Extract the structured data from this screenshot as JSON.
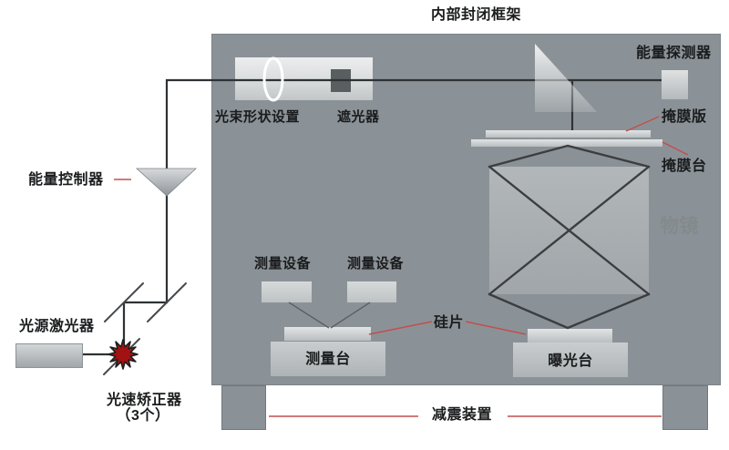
{
  "title": "内部封闭框架",
  "colors": {
    "frame_gray": "#8b9297",
    "beam_line": "#2e3234",
    "annotation_red": "#c0504d",
    "starburst_red": "#a31212",
    "objective_label_gray": "#84898c"
  },
  "labels": {
    "energy_detector": "能量探测器",
    "mask_plate": "掩膜版",
    "mask_stage": "掩膜台",
    "objective_lens": "物镜",
    "beam_shaper": "光束形状设置",
    "shutter": "遮光器",
    "energy_controller": "能量控制器",
    "laser_source": "光源激光器",
    "beam_corrector": "光速矫正器",
    "beam_corrector_count": "（3个）",
    "measurement_device_left": "测量设备",
    "measurement_device_right": "测量设备",
    "measurement_stage": "测量台",
    "wafer": "硅片",
    "exposure_stage": "曝光台",
    "damper": "减震装置"
  },
  "shapes": {
    "prism": "right-triangle-beam-splitter",
    "energy_controller": "inverted-triangle-funnel",
    "beam_corrector": "red-starburst",
    "beam_shaper_aperture": "white-ellipse-outline",
    "objective_lens": "hexagon-with-crossed-rays",
    "mirrors": "45-degree-diagonal-lines"
  }
}
